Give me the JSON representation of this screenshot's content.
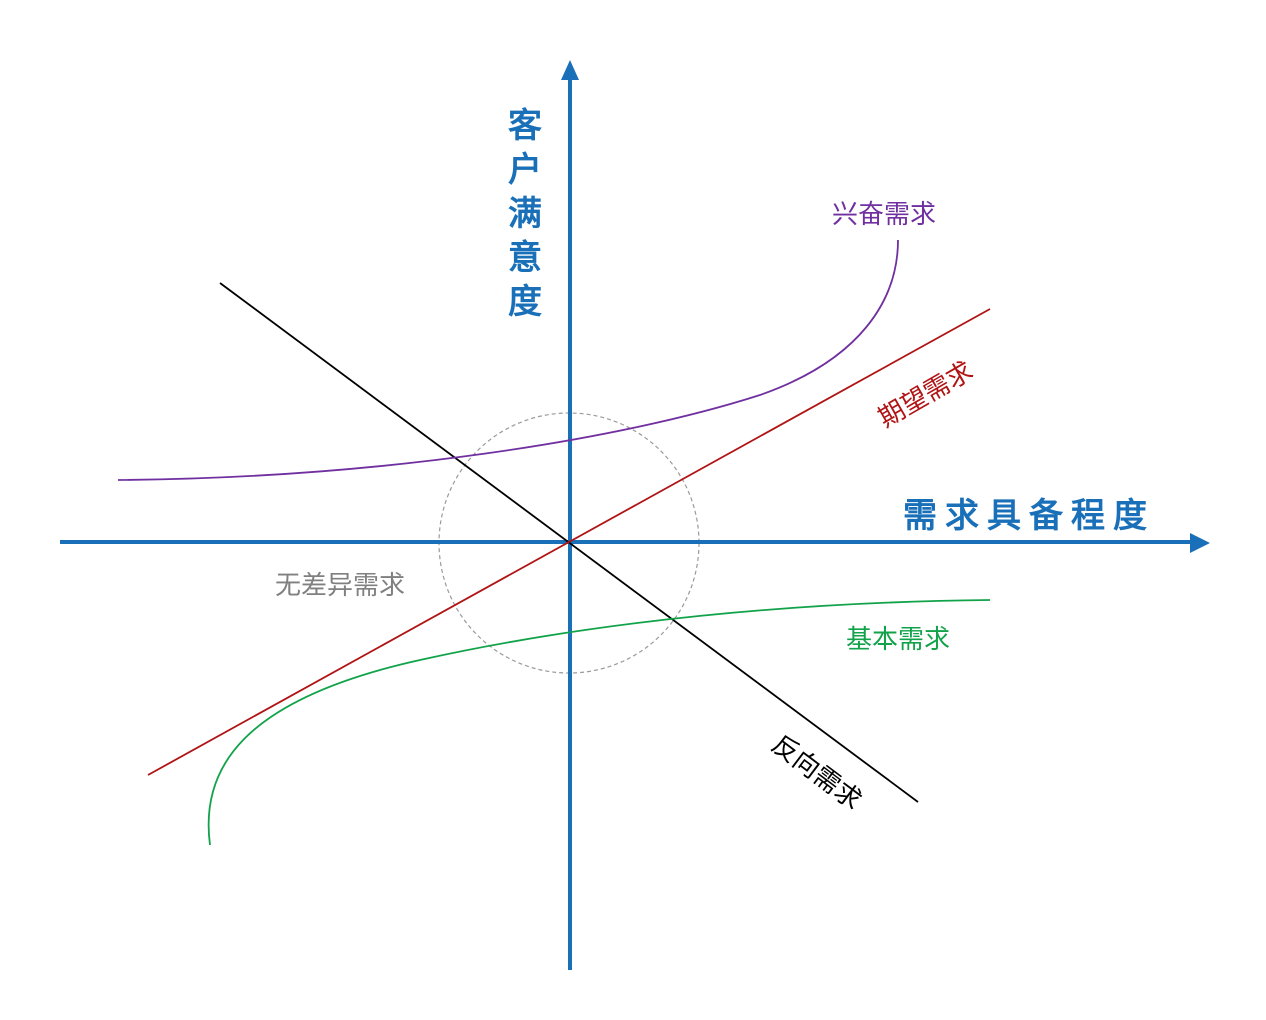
{
  "axes": {
    "x_title": "需求具备程度",
    "y_title": [
      "客",
      "户",
      "满",
      "意",
      "度"
    ],
    "color": "#1a70b8"
  },
  "curves": {
    "excitement": {
      "label": "兴奋需求",
      "color": "#7030a0"
    },
    "expected": {
      "label": "期望需求",
      "color": "#b01414"
    },
    "indifferent": {
      "label": "无差异需求",
      "color": "#808080"
    },
    "basic": {
      "label": "基本需求",
      "color": "#12a34a"
    },
    "reverse": {
      "label": "反向需求",
      "color": "#000000"
    }
  }
}
